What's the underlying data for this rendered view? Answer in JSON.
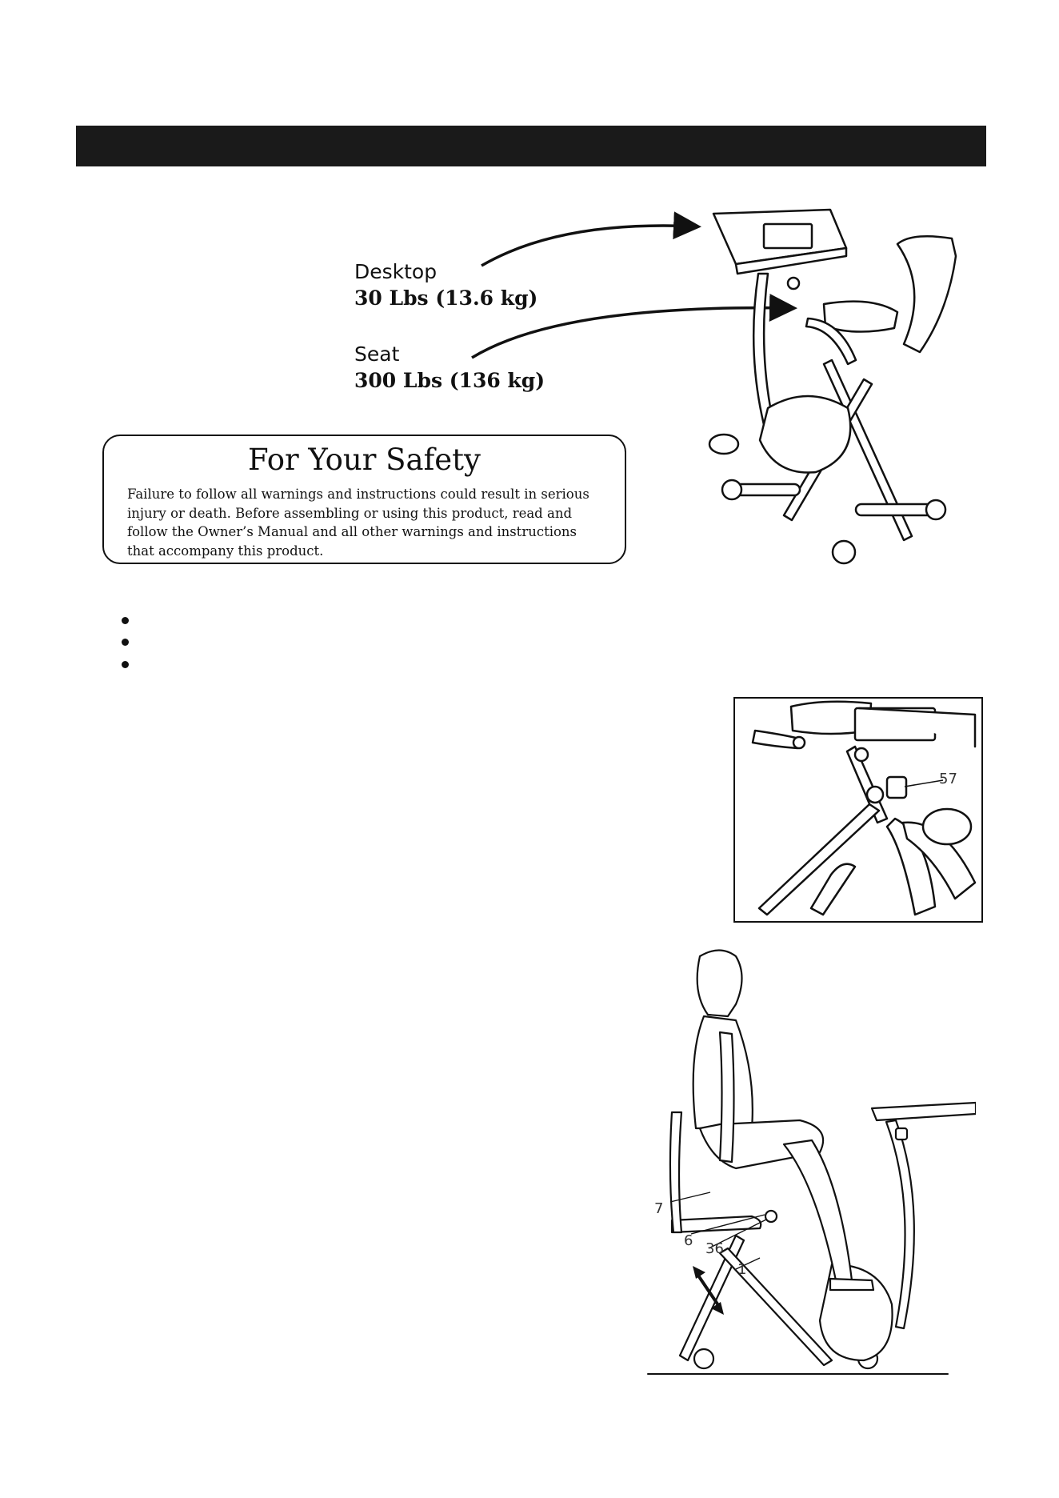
{
  "labels": {
    "desktop": {
      "name": "Desktop",
      "weight": "30 Lbs (13.6 kg)"
    },
    "seat": {
      "name": "Seat",
      "weight": "300 Lbs (136 kg)"
    }
  },
  "safety": {
    "title": "For Your Safety",
    "body": "Failure to follow all warnings and instructions could result in serious injury or death. Before assembling or using this product, read and follow the Owner’s Manual and all other warnings and instructions that accompany this product."
  },
  "inset_figure": {
    "callout": "57"
  },
  "rider_figure": {
    "callouts": [
      "7",
      "6",
      "36",
      "1"
    ]
  },
  "colors": {
    "ink": "#111111",
    "header_bar": "#1a1a1a",
    "paper": "#ffffff"
  }
}
